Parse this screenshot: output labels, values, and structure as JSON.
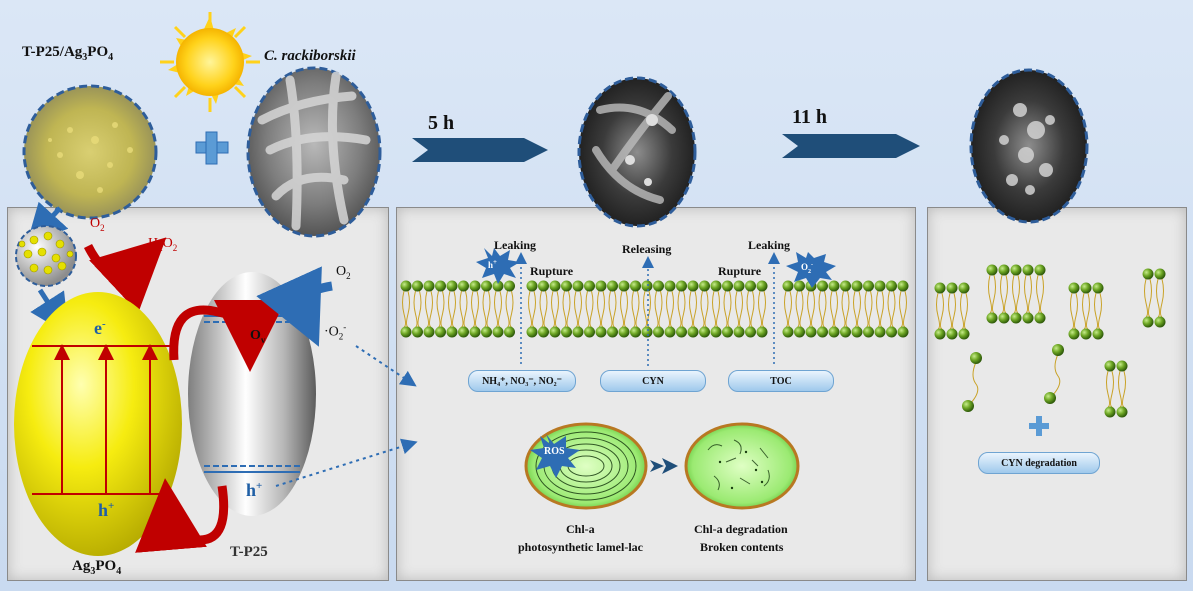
{
  "top": {
    "catalyst_label": "T-P25/Ag",
    "catalyst_label_sub1": "3",
    "catalyst_label_tail": "PO",
    "catalyst_label_sub2": "4",
    "organism_label": "C. rackiborskii",
    "plus": "+",
    "arrow1_label": "5 h",
    "arrow2_label": "11 h"
  },
  "panel1": {
    "o2_red": "O",
    "o2_red_sub": "2",
    "h2o2": "H",
    "h2o2_sub1": "2",
    "h2o2_mid": "O",
    "h2o2_sub2": "2",
    "o2_blue": "O",
    "o2_blue_sub": "2",
    "superoxide": "·O",
    "superoxide_sub": "2",
    "superoxide_sup": "-",
    "electron": "e",
    "electron_sup": "-",
    "hole_left": "h",
    "hole_left_sup": "+",
    "hole_right": "h",
    "hole_right_sup": "+",
    "ov": "O",
    "ov_sub": "v",
    "ag_label": "Ag",
    "ag_sub1": "3",
    "ag_mid": "PO",
    "ag_sub2": "4",
    "tp25_label": "T-P25"
  },
  "panel2": {
    "leaking_left": "Leaking",
    "rupture_left": "Rupture",
    "releasing": "Releasing",
    "rupture_right": "Rupture",
    "leaking_right": "Leaking",
    "burst_left": "h",
    "burst_left_sup": "+",
    "burst_right": "O",
    "burst_right_sub": "2",
    "burst_right_sup": "-",
    "pill_nutrients": "NH₄⁺, NO₃⁻, NO₂⁻",
    "pill_cyn": "CYN",
    "pill_toc": "TOC",
    "ros": "ROS",
    "chla_line1": "Chl-a",
    "chla_line2": "photosynthetic lamel-lac",
    "chla_deg_line1": "Chl-a degradation",
    "chla_deg_line2": "Broken contents"
  },
  "panel3": {
    "plus": "+",
    "pill_cyn_deg": "CYN degradation"
  },
  "colors": {
    "background": "#d3e2f3",
    "panel": "#e9e9e9",
    "dark_blue_arrow": "#1f4e79",
    "red": "#c00000",
    "yellow": "#f2e000",
    "green_bead": "#5c9a1a",
    "blue_text": "#1f5fa5"
  }
}
